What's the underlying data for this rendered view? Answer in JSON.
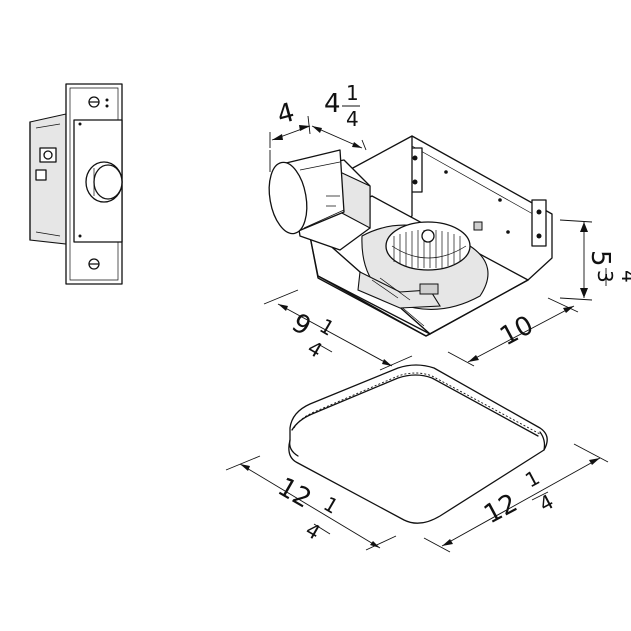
{
  "dimensions": {
    "inlet_diameter": "4",
    "inlet_offset": "4 1/4",
    "housing_height": "5 3/4",
    "housing_width": "9 1/4",
    "housing_length": "10",
    "grille_width": "12 1/4",
    "grille_length": "12 1/4"
  },
  "dimension_parts": {
    "inlet_offset_whole": "4",
    "inlet_offset_num": "1",
    "inlet_offset_den": "4",
    "housing_height_whole": "5",
    "housing_height_num": "3",
    "housing_height_den": "4",
    "housing_width_whole": "9",
    "housing_width_num": "1",
    "housing_width_den": "4",
    "grille_width_whole": "12",
    "grille_width_num": "1",
    "grille_width_den": "4",
    "grille_length_whole": "12",
    "grille_length_num": "1",
    "grille_length_den": "4"
  }
}
